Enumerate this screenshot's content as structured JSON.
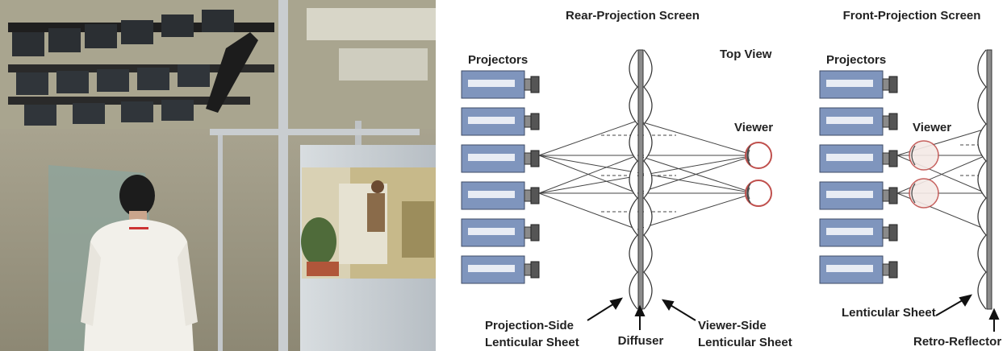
{
  "photo": {
    "description_icons": [
      "projector-array",
      "person",
      "projection-screen"
    ]
  },
  "rear_panel": {
    "title": "Rear-Projection Screen",
    "projectors_label": "Projectors",
    "top_view_label": "Top View",
    "viewer_label": "Viewer",
    "label_projection_side_1": "Projection-Side",
    "label_projection_side_2": "Lenticular Sheet",
    "label_diffuser": "Diffuser",
    "label_viewer_side_1": "Viewer-Side",
    "label_viewer_side_2": "Lenticular Sheet",
    "projector_count": 6
  },
  "front_panel": {
    "title": "Front-Projection Screen",
    "projectors_label": "Projectors",
    "viewer_label": "Viewer",
    "label_lenticular": "Lenticular Sheet",
    "label_retro": "Retro-Reflector",
    "projector_count": 6
  },
  "colors": {
    "projector_body": "#7f95bd",
    "projector_stripe": "#e8ecf4",
    "eye_outline": "#c0504d",
    "line": "#444444"
  }
}
